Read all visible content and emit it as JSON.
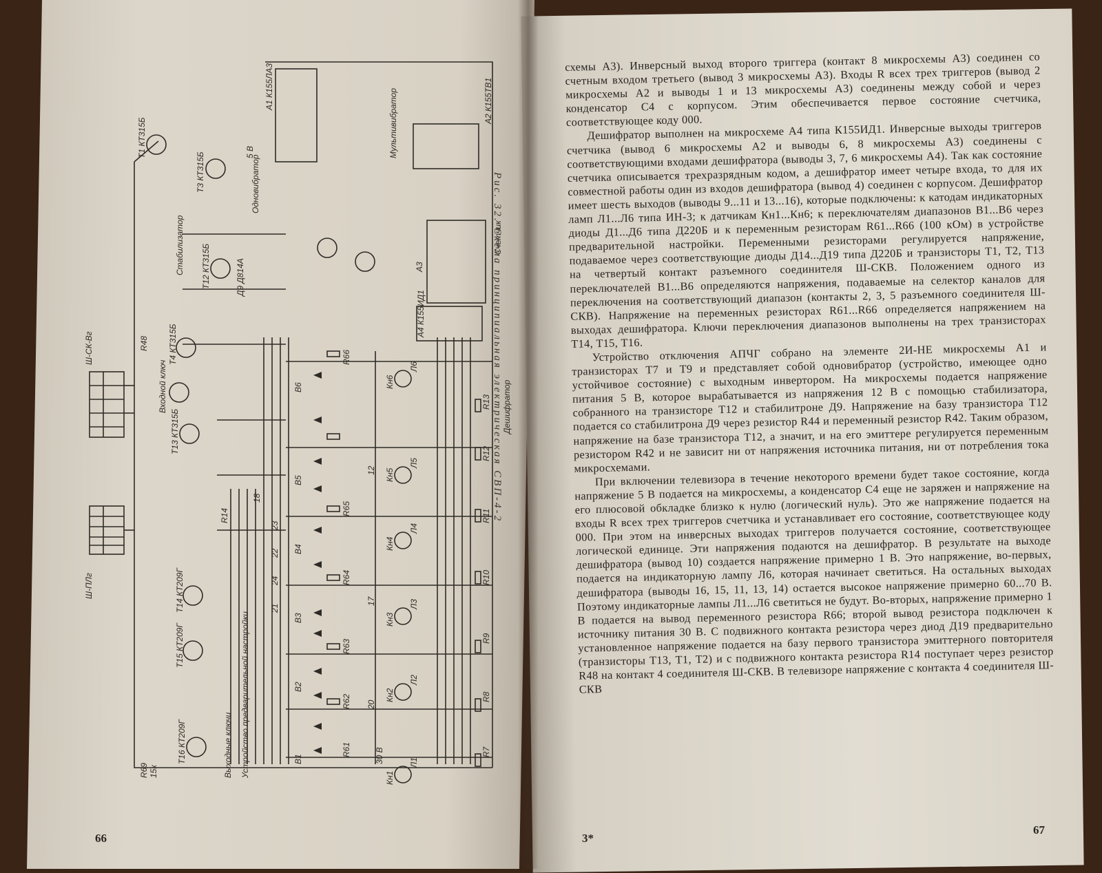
{
  "pages": {
    "left_number": "66",
    "right_number": "67",
    "signature_mark": "3*"
  },
  "figure": {
    "caption": "Рис. 32. Схема принципиальная электрическая СВП-4-2",
    "labels": {
      "conn_top": "Ш-СК-Вг",
      "conn_bottom": "Ш-ПЛг",
      "stabilizer": "Стабилизатор",
      "input_key": "Входной ключ",
      "output_keys": "Выходные ключи",
      "preset": "Устройство предварительной настройки",
      "decoder": "Дешифратор",
      "counter": "Счетчик",
      "multivibrator": "Мультивибратор",
      "single_shot": "Одновибратор",
      "a1": "А1 К155ЛА3",
      "a2": "А2 К155ТВ1",
      "a3": "А3",
      "a4": "А4 К155ИД1",
      "t1": "Т1 КТ315Б",
      "t3": "Т3 КТ315Б",
      "t4": "Т4 КТ315Б",
      "t12": "Т12 КТ315Б",
      "t13": "Т13 КТ315Б",
      "t14": "Т14 КТ209Г",
      "t15": "Т15 КТ209Г",
      "t16": "Т16 КТ209Г",
      "d9": "Д9 Д814А",
      "r14": "R14",
      "r48": "R48",
      "r69": "R69",
      "r69v": "15к",
      "kn1": "Кн1",
      "kn2": "Кн2",
      "kn3": "Кн3",
      "kn4": "Кн4",
      "kn5": "Кн5",
      "kn6": "Кн6",
      "l1": "Л1",
      "l2": "Л2",
      "l3": "Л3",
      "l4": "Л4",
      "l5": "Л5",
      "l6": "Л6",
      "r7": "R7",
      "r8": "R8",
      "r9": "R9",
      "r10": "R10",
      "r11": "R11",
      "r12": "R12",
      "r13": "R13",
      "r61": "R61",
      "r62": "R62",
      "r63": "R63",
      "r64": "R64",
      "r65": "R65",
      "r66": "R66",
      "b1": "В1",
      "b2": "В2",
      "b3": "В3",
      "b4": "В4",
      "b5": "В5",
      "b6": "В6",
      "n12": "12",
      "n17": "17",
      "n18": "18",
      "n20": "20",
      "n21": "21",
      "n22": "22",
      "n23": "23",
      "n24": "24",
      "v30": "30 В",
      "v5": "5 В"
    }
  },
  "text": {
    "p1": "схемы А3). Инверсный выход второго триггера (контакт 8 микросхемы А3) соединен со счетным входом третьего (вывод 3 микросхемы А3). Входы R всех трех триггеров (вывод 2 микросхемы А2 и выводы 1 и 13 микросхемы А3) соединены между собой и через конденсатор С4 с корпусом. Этим обеспечивается первое состояние счетчика, соответствующее коду 000.",
    "p2": "Дешифратор выполнен на микросхеме А4 типа К155ИД1. Инверсные выходы триггеров счетчика (вывод 6 микросхемы А2 и выводы 6, 8 микросхемы А3) соединены с соответствующими входами дешифратора (выводы 3, 7, 6 микросхемы А4). Так как состояние счетчика описывается трехразрядным кодом, а дешифратор имеет четыре входа, то для их совместной работы один из входов дешифратора (вывод 4) соединен с корпусом. Дешифратор имеет шесть выходов (выводы 9...11 и 13...16), которые подключены: к катодам индикаторных ламп Л1...Л6 типа ИН-3; к датчикам Кн1...Кн6; к переключателям диапазонов В1...В6 через диоды Д1...Д6 типа Д220Б и к переменным резисторам R61...R66 (100 кОм) в устройстве предварительной настройки. Переменными резисторами регулируется напряжение, подаваемое через соответствующие диоды Д14...Д19 типа Д220Б и транзисторы Т1, Т2, Т13 на четвертый контакт разъемного соединителя Ш-СКВ. Положением одного из переключателей В1...В6 определяются напряжения, подаваемые на селектор каналов для переключения на соответствующий диапазон (контакты 2, 3, 5 разъемного соединителя Ш-СКВ). Напряжение на переменных резисторах R61...R66 определяется напряжением на выходах дешифратора. Ключи переключения диапазонов выполнены на трех транзисторах Т14, Т15, Т16.",
    "p3": "Устройство отключения АПЧГ собрано на элементе 2И-НЕ микросхемы А1 и транзисторах Т7 и Т9 и представляет собой одновибратор (устройство, имеющее одно устойчивое состояние) с выходным инвертором. На микросхемы подается напряжение питания 5 В, которое вырабатывается из напряжения 12 В с помощью стабилизатора, собранного на транзисторе Т12 и стабилитроне Д9. Напряжение на базу транзистора Т12 подается со стабилитрона Д9 через резистор R44 и переменный резистор R42. Таким образом, напряжение на базе транзистора Т12, а значит, и на его эмиттере регулируется переменным резистором R42 и не зависит ни от напряжения источника питания, ни от потребления тока микросхемами.",
    "p4": "При включении телевизора в течение некоторого времени будет такое состояние, когда напряжение 5 В подается на микросхемы, а конденсатор С4 еще не заряжен и напряжение на его плюсовой обкладке близко к нулю (логический нуль). Это же напряжение подается на входы R всех трех триггеров счетчика и устанавливает его состояние, соответствующее коду 000. При этом на инверсных выходах триггеров получается состояние, соответствующее логической единице. Эти напряжения подаются на дешифратор. В результате на выходе дешифратора (вывод 10) создается напряжение примерно 1 В. Это напряжение, во-первых, подается на индикаторную лампу Л6, которая начинает светиться. На остальных выходах дешифратора (выводы 16, 15, 11, 13, 14) остается высокое напряжение примерно 60...70 В. Поэтому индикаторные лампы Л1...Л6 светиться не будут. Во-вторых, напряжение примерно 1 В подается на вывод переменного резистора R66; второй вывод резистора подключен к источнику питания 30 В. С подвижного контакта резистора через диод Д19 предварительно установленное напряжение подается на базу первого транзистора эмиттерного повторителя (транзисторы Т13, Т1, Т2) и с подвижного контакта резистора R14 поступает через резистор R48 на контакт 4 соединителя Ш-СКВ. В телевизоре напряжение с контакта 4 соединителя Ш-СКВ"
  },
  "colors": {
    "ink": "#2a2622",
    "paper": "#dcd6ca",
    "background": "#3a2416"
  }
}
